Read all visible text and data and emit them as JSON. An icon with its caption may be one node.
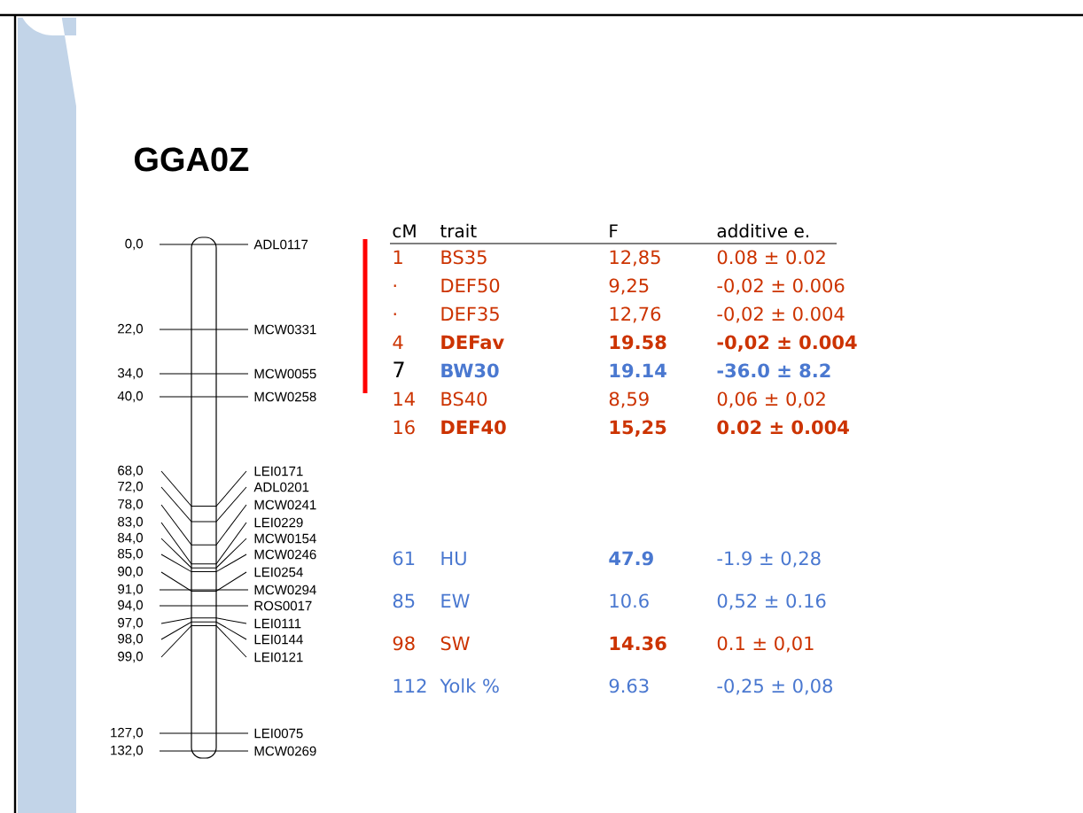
{
  "diagram": {
    "title": "GGA0Z",
    "labels": [
      "0,0",
      "ADL0117",
      "22,0",
      "MCW0331",
      "34,0",
      "MCW0055",
      "40,0",
      "MCW0258",
      "68,0",
      "LEI0171",
      "72,0",
      "ADL0201",
      "78,0",
      "MCW0241",
      "83,0",
      "LEI0229",
      "84,0",
      "MCW0154",
      "85,0",
      "MCW0246",
      "90,0",
      "LEI0254",
      "91,0",
      "MCW0294",
      "94,0",
      "ROS0017",
      "97,0",
      "LEI0111",
      "98,0",
      "LEI0144",
      "99,0",
      "LEI0121",
      "127,0",
      "LEI0075",
      "132,0",
      "MCW0269",
      "cM",
      "trait",
      "F",
      "additive e.",
      "1",
      "BS35",
      "12,85",
      "0.08 ± 0.02",
      "·",
      "DEF50",
      "9,25",
      "-0,02 ± 0.006",
      "·",
      "DEF35",
      "12,76",
      "-0,02 ± 0.004",
      "4",
      "DEFav",
      "19.58",
      "-0,02 ± 0.004",
      "7",
      "BW30",
      "19.14",
      "-36.0 ± 8.2",
      "14",
      "BS40",
      "8,59",
      "0,06 ± 0,02",
      "16",
      "DEF40",
      "15,25",
      "0.02 ± 0.004",
      "61",
      "HU",
      "47.9",
      "-1.9 ± 0,28",
      "85",
      "EW",
      "10.6",
      "0,52 ± 0.16",
      "98",
      "SW",
      "14.36",
      "0.1 ± 0,01",
      "112",
      "Yolk %",
      "9.63",
      "-0,25 ± 0,08"
    ]
  }
}
